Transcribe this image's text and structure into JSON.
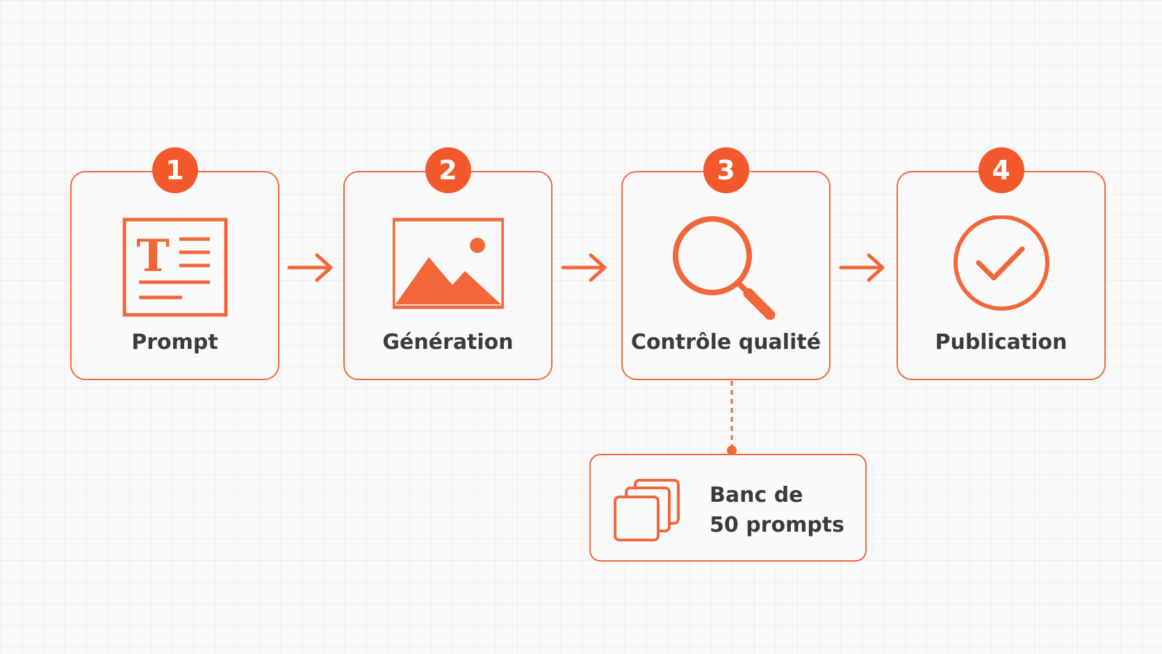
{
  "accent_color": "#f2673a",
  "badge_color": "#f2582a",
  "text_color": "#3b3b3b",
  "steps": [
    {
      "number": "1",
      "label": "Prompt",
      "icon": "text-document-icon"
    },
    {
      "number": "2",
      "label": "Génération",
      "icon": "image-icon"
    },
    {
      "number": "3",
      "label": "Contrôle qualité",
      "icon": "magnifier-icon"
    },
    {
      "number": "4",
      "label": "Publication",
      "icon": "check-circle-icon"
    }
  ],
  "bank": {
    "line1": "Banc de",
    "line2": "50 prompts",
    "icon": "stacked-cards-icon"
  }
}
